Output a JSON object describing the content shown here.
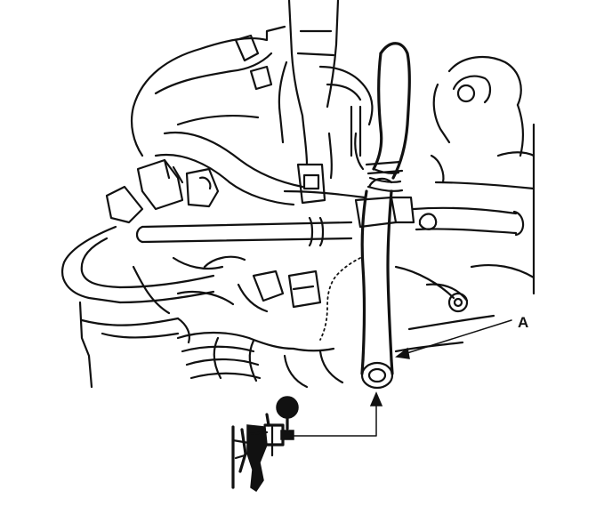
{
  "diagram": {
    "callouts": [
      {
        "label": "A",
        "target": "hose"
      }
    ],
    "parts": {
      "hose": "hose",
      "vacuum_gauge": "vacuum-gauge",
      "engine": "engine-assembly"
    },
    "colors": {
      "ink": "#111111",
      "paper": "#ffffff"
    }
  }
}
